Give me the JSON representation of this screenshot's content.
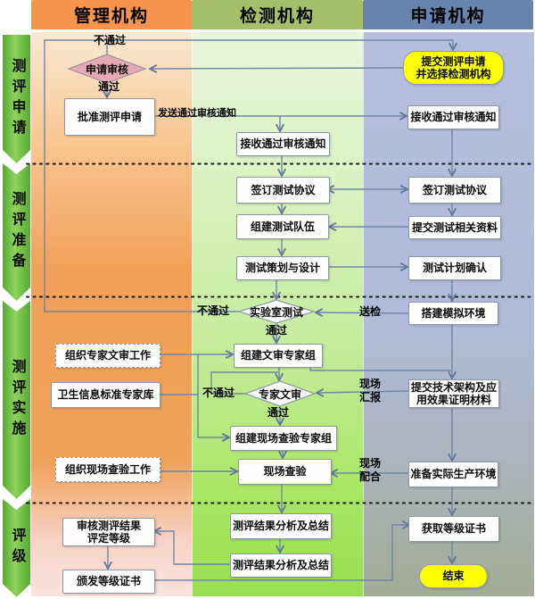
{
  "header": {
    "management": "管理机构",
    "testing": "检测机构",
    "applicant": "申请机构"
  },
  "lanes": {
    "apply": "测评申请",
    "prepare": "测评准备",
    "implement": "测评实施",
    "grade": "评级"
  },
  "nodes": {
    "review_application": {
      "label": "申请审核"
    },
    "approve_application": {
      "label": "批准测评申请"
    },
    "organize_doc_review": {
      "label": "组织专家文审工作"
    },
    "health_expert_db": {
      "label": "卫生信息标准专家库"
    },
    "organize_site_check": {
      "label": "组织现场查验工作"
    },
    "review_results_grade": {
      "label": "审核测评结果\n评定等级"
    },
    "issue_certificate": {
      "label": "颁发等级证书"
    },
    "receive_notice_mid": {
      "label": "接收通过审核通知"
    },
    "sign_agreement_mid": {
      "label": "签订测试协议"
    },
    "build_test_team": {
      "label": "组建测试队伍"
    },
    "test_planning": {
      "label": "测试策划与设计"
    },
    "lab_test": {
      "label": "实验室测试"
    },
    "form_doc_expert_group": {
      "label": "组建文审专家组"
    },
    "expert_doc_review": {
      "label": "专家文审"
    },
    "form_site_expert_group": {
      "label": "组建现场查验专家组"
    },
    "site_inspection": {
      "label": "现场查验"
    },
    "result_analysis_1": {
      "label": "测评结果分析及总结"
    },
    "result_analysis_2": {
      "label": "测评结果分析及总结"
    },
    "submit_application": {
      "label": "提交测评申请\n并选择检测机构"
    },
    "receive_notice_right": {
      "label": "接收通过审核通知"
    },
    "sign_agreement_right": {
      "label": "签订测试协议"
    },
    "submit_test_materials": {
      "label": "提交测试相关资料"
    },
    "confirm_test_plan": {
      "label": "测试计划确认"
    },
    "build_sim_env": {
      "label": "搭建模拟环境"
    },
    "submit_tech_materials": {
      "label": "提交技术架构及应\n用效果证明材料"
    },
    "prepare_prod_env": {
      "label": "准备实际生产环境"
    },
    "get_certificate": {
      "label": "获取等级证书"
    },
    "end_node": {
      "label": "结束"
    }
  },
  "edge_labels": {
    "fail_top": "不通过",
    "pass_top": "通过",
    "send_notice": "发送通过审核通知",
    "fail_lab": "不通过",
    "inspect_send": "送检",
    "pass_lab": "通过",
    "fail_expert": "不通过",
    "site_report": "现场\n汇报",
    "pass_expert": "通过",
    "site_coop": "现场\n配合"
  },
  "colors": {
    "header_orange": "#F5944C",
    "header_green": "#A6C06A",
    "header_blue": "#6584AE",
    "lane_arrow_green": "#72C245",
    "connector_blue": "#6F87A8",
    "highlight_yellow": "#FFFF00",
    "diamond_pink": "#E7A9B5"
  }
}
